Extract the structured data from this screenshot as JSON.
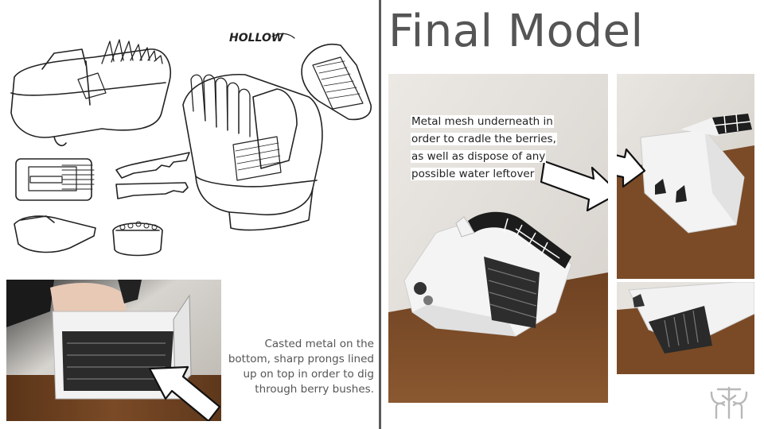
{
  "title": "Final Model",
  "sketch": {
    "label": "HOLLOW"
  },
  "caption_left": {
    "lines": [
      "Casted metal on the",
      "bottom, sharp prongs lined",
      "up on top in order to  dig",
      "through berry bushes."
    ]
  },
  "callout_right": {
    "lines": [
      "Metal mesh underneath in",
      "order to cradle the berries,",
      "as well as dispose of any",
      "possible water leftover"
    ]
  },
  "colors": {
    "title": "#555555",
    "divider": "#5b5b5b",
    "wood": "#7a4a26",
    "wall": "#e6e3df"
  },
  "icons": [
    "arrow-icon",
    "logo-icon"
  ]
}
